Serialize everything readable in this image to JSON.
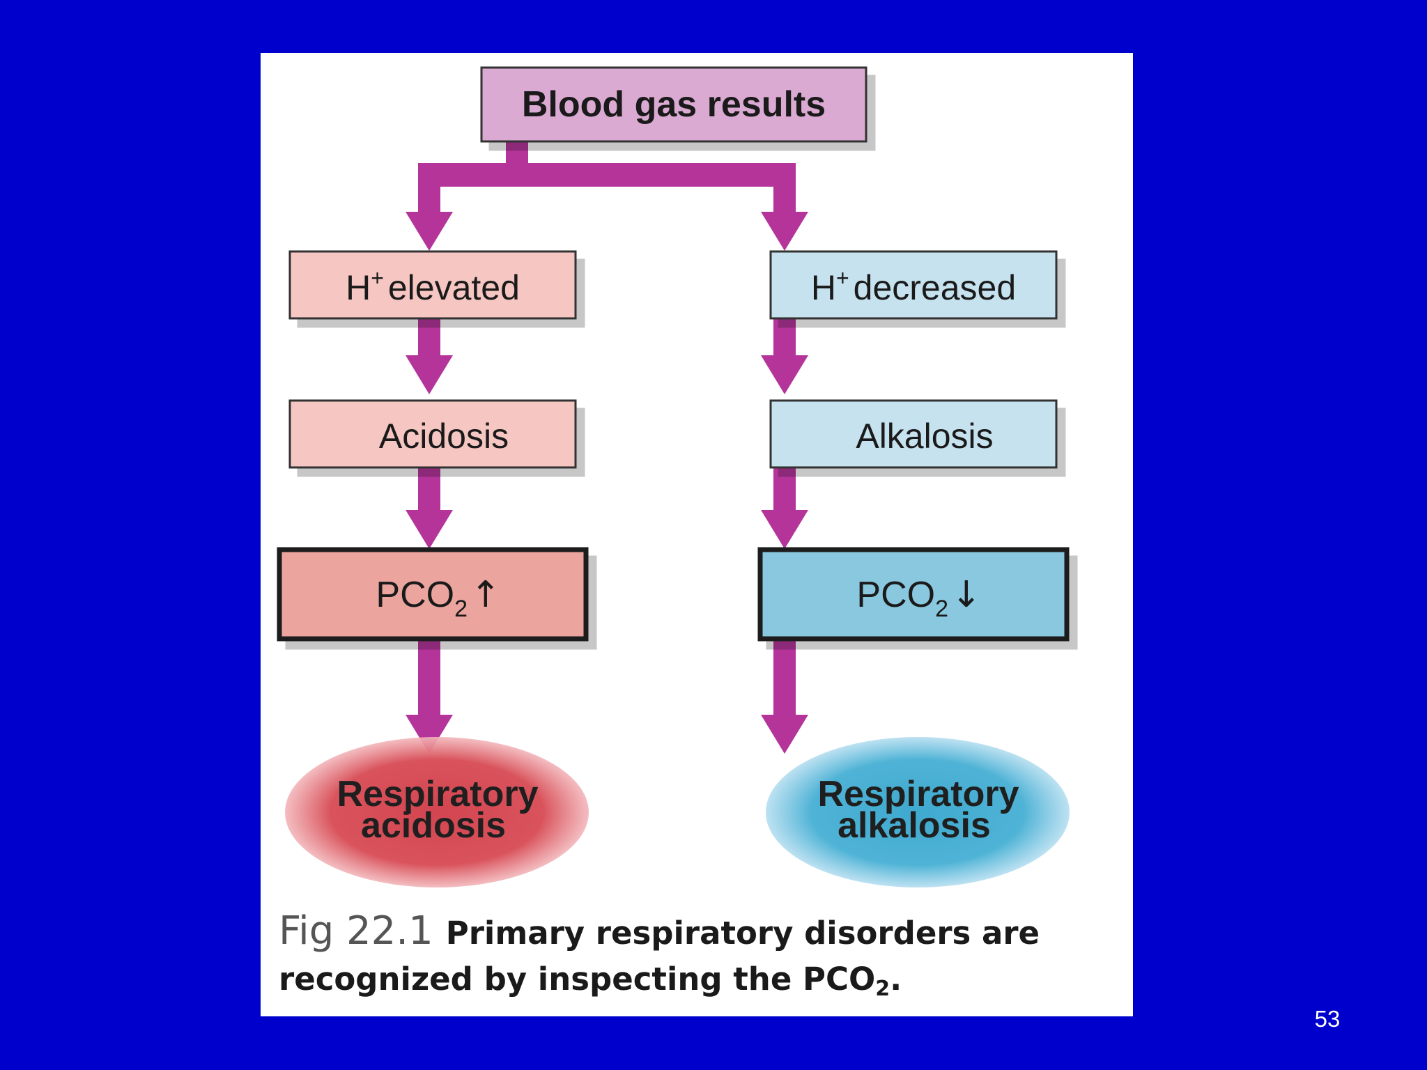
{
  "slide": {
    "background_color": "#0000cc",
    "page_number": "53"
  },
  "diagram": {
    "arrow_color": "#b4349a",
    "nodes": {
      "root": {
        "text": "Blood gas results",
        "fill": "#dbaad3"
      },
      "left_h": {
        "text_main": "H",
        "superscript": "+",
        "text_rest": "elevated",
        "fill": "#f5c6c2"
      },
      "right_h": {
        "text_main": "H",
        "superscript": "+",
        "text_rest": "decreased",
        "fill": "#c6e2ef"
      },
      "left_state": {
        "text": "Acidosis",
        "fill": "#f5c6c2"
      },
      "right_state": {
        "text": "Alkalosis",
        "fill": "#c6e2ef"
      },
      "left_pco2": {
        "text_main": "PCO",
        "subscript": "2",
        "arrow": "↑",
        "fill": "#eba49e"
      },
      "right_pco2": {
        "text_main": "PCO",
        "subscript": "2",
        "arrow": "↓",
        "fill": "#8ac8df"
      },
      "left_result": {
        "line1": "Respiratory",
        "line2": "acidosis",
        "fill": "#d9535c"
      },
      "right_result": {
        "line1": "Respiratory",
        "line2": "alkalosis",
        "fill": "#4fb3d6"
      }
    }
  },
  "caption": {
    "fig_label": "Fig 22.1",
    "text_before_sub": "Primary respiratory disorders are recognized by inspecting the PCO",
    "subscript": "2",
    "text_after_sub": "."
  }
}
